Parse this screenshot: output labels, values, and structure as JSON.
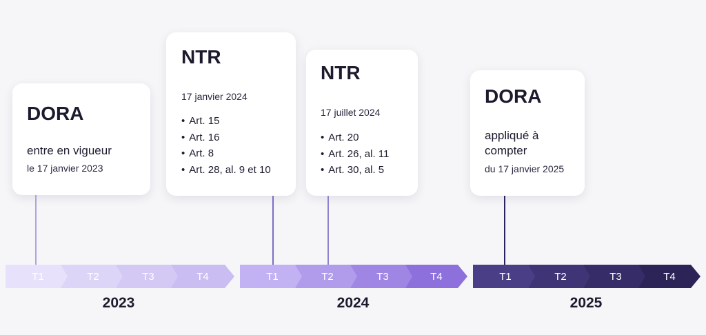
{
  "cards": [
    {
      "title": "DORA",
      "text": "entre en vigueur",
      "date": "le 17 janvier 2023"
    },
    {
      "title": "NTR",
      "date": "17 janvier 2024",
      "items": [
        "Art. 15",
        "Art. 16",
        "Art. 8",
        "Art. 28, al. 9 et 10"
      ]
    },
    {
      "title": "NTR",
      "date": "17 juillet 2024",
      "items": [
        "Art. 20",
        "Art. 26, al. 11",
        "Art. 30, al. 5"
      ]
    },
    {
      "title": "DORA",
      "text_lines": [
        "appliqué à",
        "compter"
      ],
      "date": "du 17 janvier 2025"
    }
  ],
  "timeline": {
    "years": [
      {
        "label": "2023",
        "quarters": [
          "T1",
          "T2",
          "T3",
          "T4"
        ]
      },
      {
        "label": "2024",
        "quarters": [
          "T1",
          "T2",
          "T3",
          "T4"
        ]
      },
      {
        "label": "2025",
        "quarters": [
          "T1",
          "T2",
          "T3",
          "T4"
        ]
      }
    ],
    "colors": {
      "2023": [
        "#e7e1fb",
        "#ddd5f7",
        "#d3c9f4",
        "#c9bdf1"
      ],
      "2024": [
        "#c2b2f3",
        "#b09ceb",
        "#9f86e4",
        "#8d70dc"
      ],
      "2025": [
        "#4a3f86",
        "#3f3576",
        "#362c67",
        "#2c2357"
      ],
      "stems": [
        "#b0a3dc",
        "#7b6ec4",
        "#8d82cf",
        "#2b2360"
      ]
    }
  }
}
